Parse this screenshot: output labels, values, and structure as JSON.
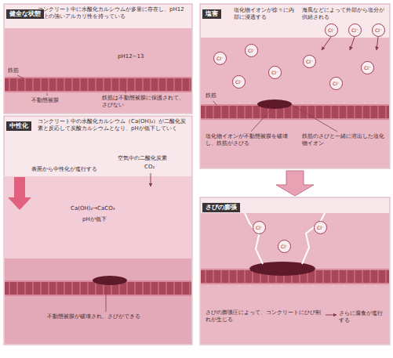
{
  "diagram": {
    "nodes": [
      {
        "text": [
          "健全な状態"
        ]
      },
      {
        "text": [
          "中性化"
        ]
      },
      {
        "text": [
          "塩害"
        ]
      },
      {
        "text": [
          "さびの膨張"
        ]
      }
    ],
    "edges": [
      {
        "from": 2,
        "to": 3,
        "arrow": "to"
      }
    ],
    "labels": [
      "コンクリート中に水酸化カルシウムが多量に存在し、pH12以上の強いアルカリ性を持っている",
      "pH12~13",
      "鉄筋",
      "不動態被膜",
      "鉄筋は不動態被膜に保護されて、さびない",
      "コンクリート中の水酸化カルシウム（Ca(OH)₂）が二酸化炭素と反応して炭酸カルシウムとなり、pHが低下していく",
      "空気中の二酸化炭素",
      "CO₂",
      "表面から中性化が進行する",
      "Ca(OH)₂→CaCO₃",
      "pHが低下",
      "不動態被膜が破壊され、さびができる",
      "塩化物イオンが徐々に内部に浸透する",
      "海風などによって外部から塩分が供給される",
      "Cl⁻",
      "Cl⁻",
      "Cl⁻",
      "Cl⁻",
      "Cl⁻",
      "Cl⁻",
      "Cl⁻",
      "Cl⁻",
      "Cl⁻",
      "Cl⁻",
      "鉄筋",
      "塩化物イオンが不動態被膜を破壊し、鉄筋がさびる",
      "鉄筋のさびと一緒に溶出した塩化物イオン",
      "Cl⁻",
      "Cl⁻",
      "Cl⁻",
      "さびの膨張圧によって、コンクリートにひび割れが生じる",
      "さらに腐食が進行する"
    ]
  }
}
